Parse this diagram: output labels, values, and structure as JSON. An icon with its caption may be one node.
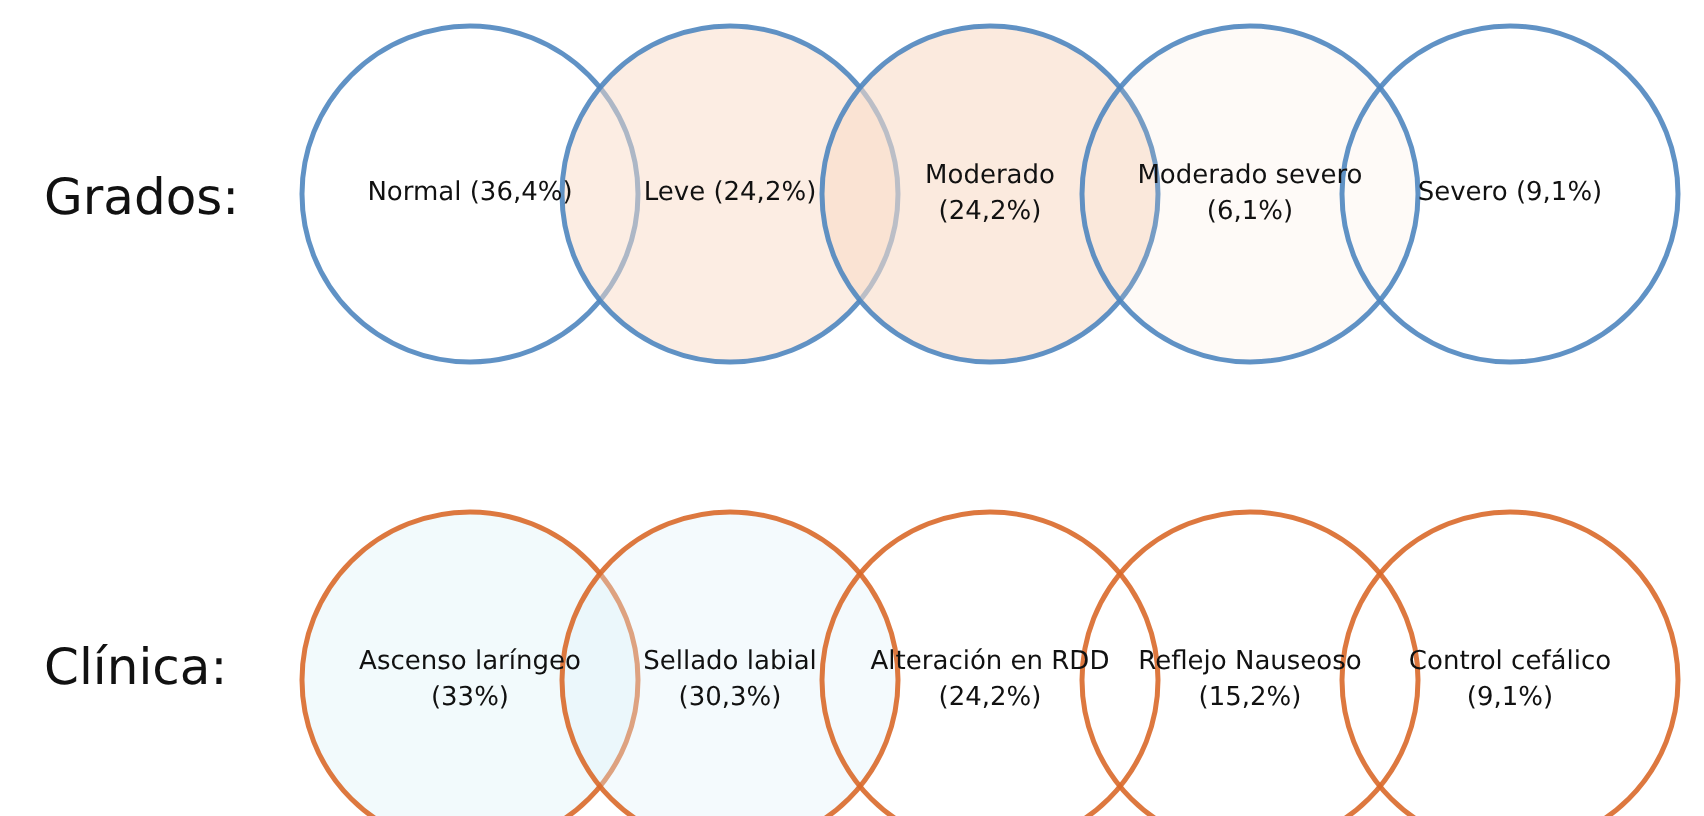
{
  "diagram": {
    "nodes": [
      {
        "text": [
          "Normal (36,4%)"
        ]
      },
      {
        "text": [
          "Leve (24,2%)"
        ]
      },
      {
        "text": [
          "Moderado (24,2%)"
        ]
      },
      {
        "text": [
          "Moderado severo (6,1%)"
        ]
      },
      {
        "text": [
          "Severo (9,1%)"
        ]
      },
      {
        "text": [
          "Ascenso laríngeo (33%)"
        ]
      },
      {
        "text": [
          "Sellado labial (30,3%)"
        ]
      },
      {
        "text": [
          "Alteración en RDD (24,2%)"
        ]
      },
      {
        "text": [
          "Reflejo Nauseoso (15,2%)"
        ]
      },
      {
        "text": [
          "Control cefálico (9,1%)"
        ]
      }
    ],
    "edges": [],
    "labels": [
      "Grados:",
      "Clínica:"
    ]
  }
}
